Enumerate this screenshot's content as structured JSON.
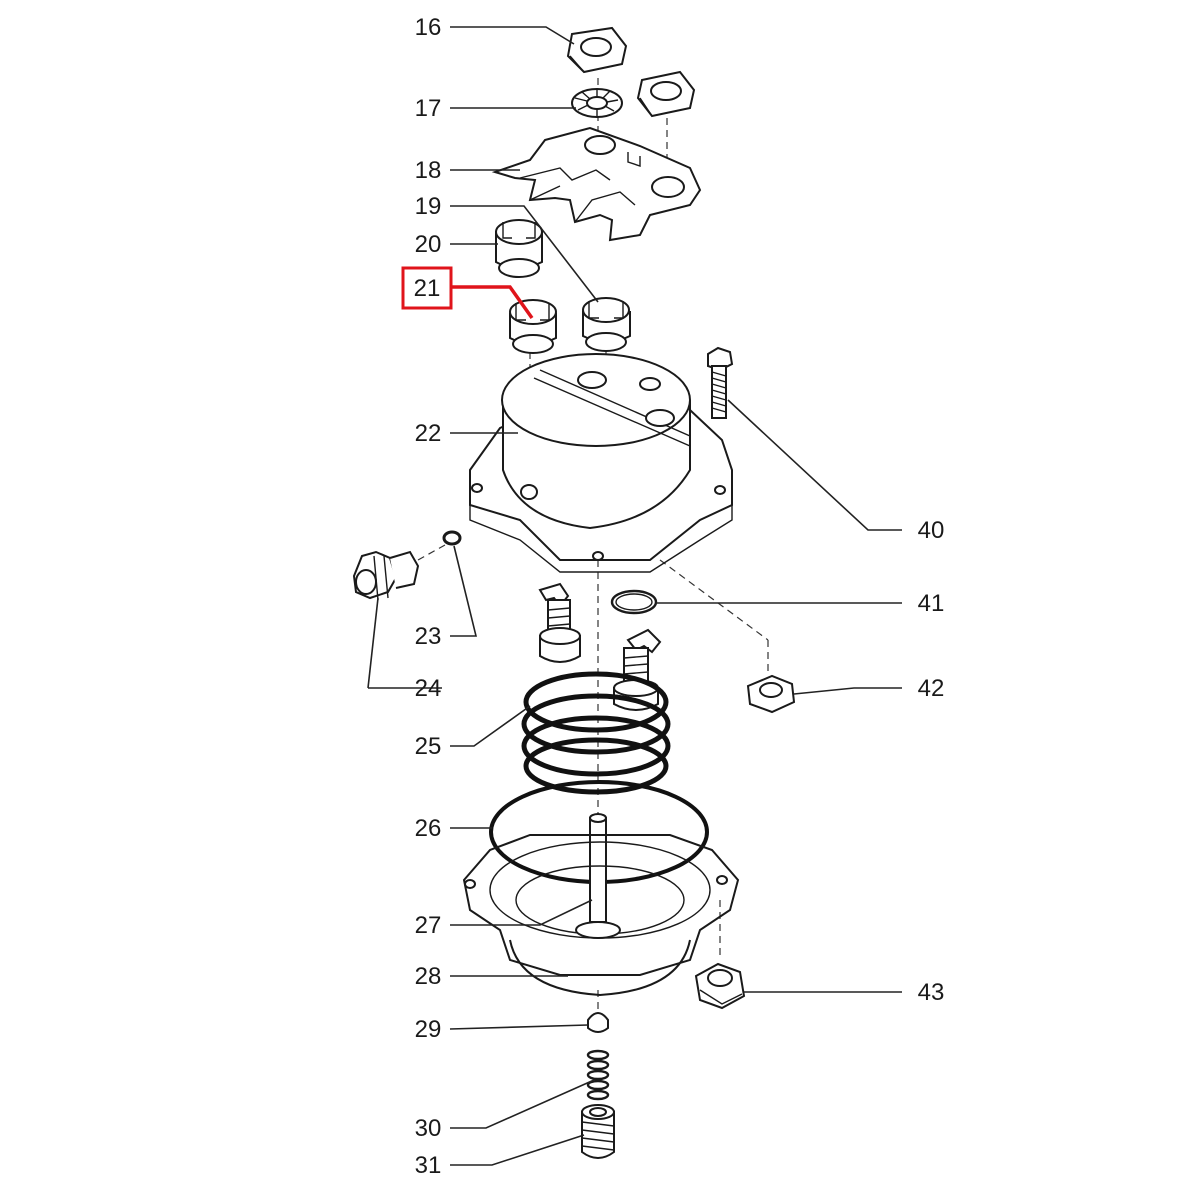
{
  "diagram": {
    "callouts": [
      {
        "id": "16",
        "label": "16"
      },
      {
        "id": "17",
        "label": "17"
      },
      {
        "id": "18",
        "label": "18"
      },
      {
        "id": "19",
        "label": "19"
      },
      {
        "id": "20",
        "label": "20"
      },
      {
        "id": "21",
        "label": "21"
      },
      {
        "id": "22",
        "label": "22"
      },
      {
        "id": "23",
        "label": "23"
      },
      {
        "id": "24",
        "label": "24"
      },
      {
        "id": "25",
        "label": "25"
      },
      {
        "id": "26",
        "label": "26"
      },
      {
        "id": "27",
        "label": "27"
      },
      {
        "id": "28",
        "label": "28"
      },
      {
        "id": "29",
        "label": "29"
      },
      {
        "id": "30",
        "label": "30"
      },
      {
        "id": "31",
        "label": "31"
      },
      {
        "id": "40",
        "label": "40"
      },
      {
        "id": "41",
        "label": "41"
      },
      {
        "id": "42",
        "label": "42"
      },
      {
        "id": "43",
        "label": "43"
      }
    ],
    "highlighted_callout": "21",
    "highlight_color": "#e0141b",
    "line_color": "#1a1a1a"
  }
}
